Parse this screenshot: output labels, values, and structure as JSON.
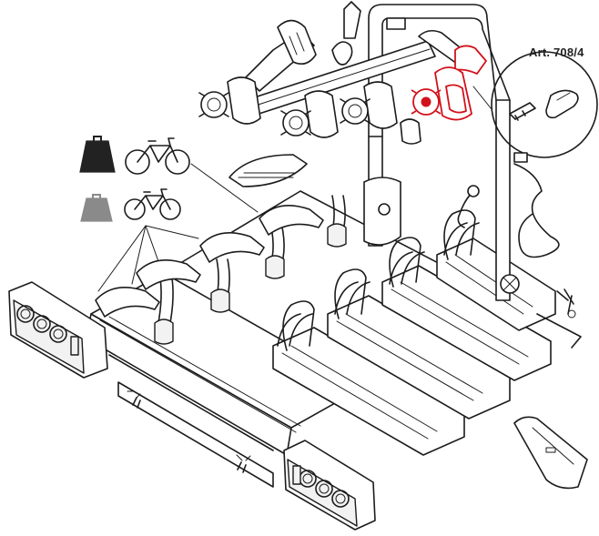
{
  "labels": {
    "article": "Art. 708/4"
  },
  "legend": {
    "heavy_weight_icon": "weight-heavy",
    "light_weight_icon": "weight-light",
    "bike_icon": "bicycle"
  },
  "colors": {
    "line": "#1c1c1c",
    "highlight": "#d2121b",
    "weight_dark": "#222222",
    "weight_light": "#8a8a8a"
  }
}
